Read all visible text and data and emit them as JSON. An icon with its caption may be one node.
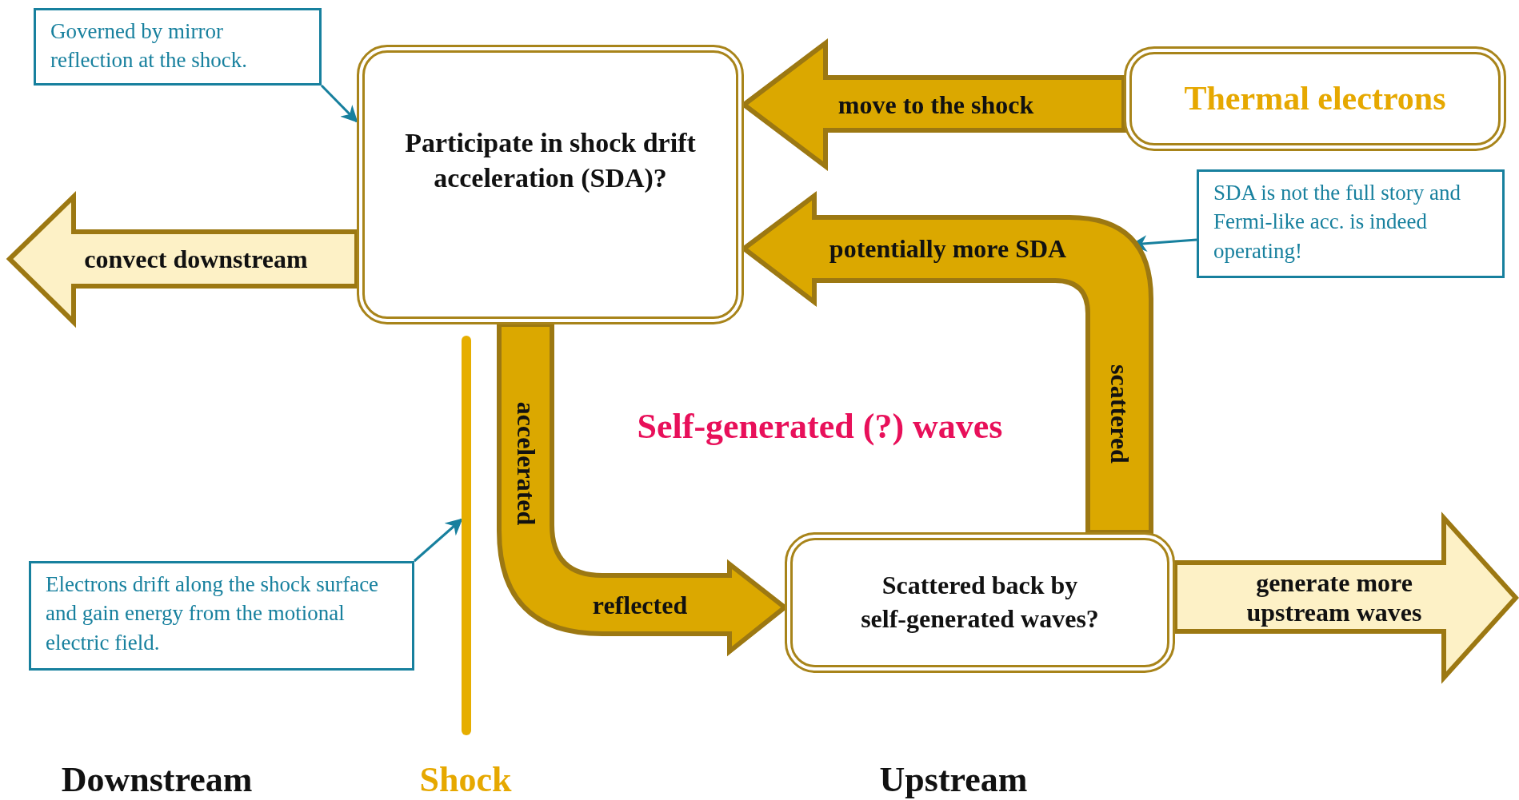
{
  "diagram": {
    "nodes": [
      {
        "text": [
          "Governed by mirror reflection at the shock."
        ]
      },
      {
        "text": [
          "Participate in shock drift acceleration (SDA)?"
        ]
      },
      {
        "text": [
          "Thermal electrons"
        ]
      },
      {
        "text": [
          "SDA is not the full story and Fermi-like acc. is indeed operating!"
        ]
      },
      {
        "text": [],
        "shape": "bar"
      },
      {
        "text": [
          "Scattered back by self-generated waves?"
        ]
      },
      {
        "text": [
          "Electrons drift along the shock surface and gain energy from the motional electric field."
        ]
      }
    ],
    "edges": [
      {
        "from": 0,
        "to": 1,
        "arrow": "to"
      },
      {
        "from": 2,
        "to": 1,
        "arrow": "to",
        "label": "move to the shock",
        "style": "thick",
        "color": "#dba800"
      },
      {
        "from": 3,
        "to": null,
        "arrow": "to"
      },
      {
        "from": 1,
        "to": null,
        "arrow": "to",
        "label": "convect downstream",
        "style": "thick",
        "color": "#fdf1c6"
      },
      {
        "from": 5,
        "to": 1,
        "arrow": "to",
        "label": "potentially more SDA",
        "style": "thick",
        "color": "#dba800"
      },
      {
        "from": 6,
        "to": 4,
        "arrow": "to"
      },
      {
        "from": 1,
        "to": 5,
        "arrow": "to",
        "label": "reflected",
        "style": "thick",
        "color": "#dba800"
      },
      {
        "from": 5,
        "to": null,
        "arrow": "to",
        "label": "generate more upstream waves",
        "style": "thick",
        "color": "#fdf1c6"
      }
    ],
    "labels": [
      "accelerated",
      "Self-generated (?) waves",
      "scattered",
      "Downstream",
      "Shock",
      "Upstream"
    ]
  }
}
